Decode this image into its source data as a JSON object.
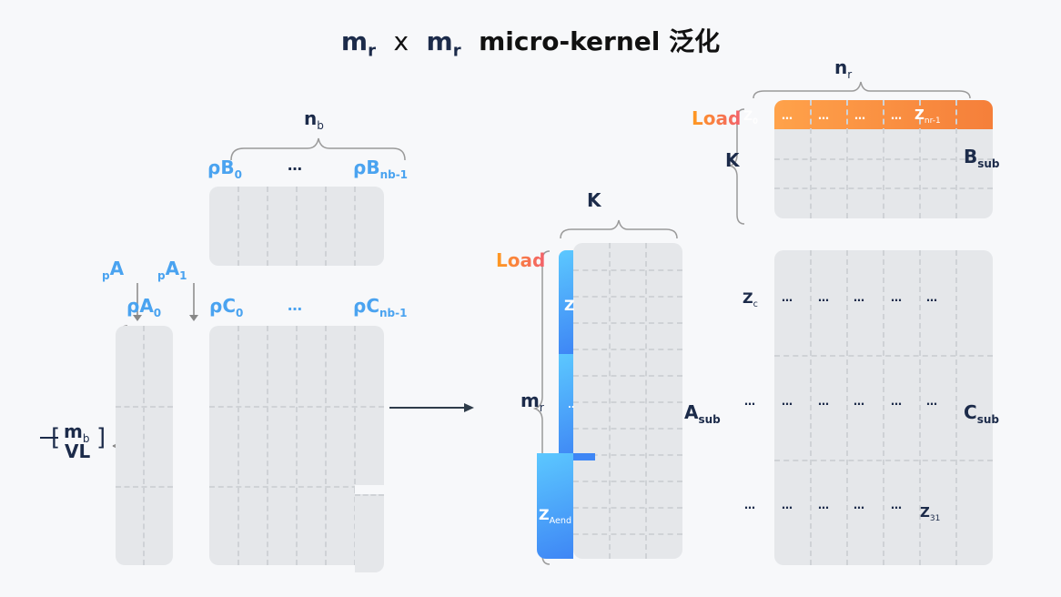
{
  "title": {
    "m": "m",
    "r": "r",
    "x": "x",
    "rest": "micro-kernel 泛化"
  },
  "left": {
    "nb": {
      "main": "n",
      "sub": "b"
    },
    "pb0": {
      "main": "ρB",
      "sub": "0"
    },
    "pb_dots": "…",
    "pbn": {
      "main": "ρB",
      "sub": "nb-1"
    },
    "pa": {
      "pre": "p",
      "main": "A"
    },
    "pa1": {
      "pre": "p",
      "main": "A",
      "sub": "1"
    },
    "pa0": {
      "main": "ρA",
      "sub": "0"
    },
    "pc0": {
      "main": "ρC",
      "sub": "0"
    },
    "pc_dots": "…",
    "pcn": {
      "main": "ρC",
      "sub": "nb-1"
    },
    "mbvl": {
      "num_main": "m",
      "num_sub": "b",
      "den": "VL"
    }
  },
  "middle": {
    "k_label": "K",
    "load": "Load",
    "z_top": "Z",
    "z_mid": "..",
    "z_end": {
      "main": "Z",
      "sub": "Aend"
    },
    "mr": {
      "main": "m",
      "sub": "r"
    },
    "asub": {
      "main": "A",
      "sub": "sub"
    }
  },
  "right": {
    "nr": {
      "main": "n",
      "sub": "r"
    },
    "load": "Load",
    "z0": {
      "main": "Z",
      "sub": "0"
    },
    "b_cells": [
      "…",
      "…",
      "…",
      "…"
    ],
    "znr": {
      "main": "Z",
      "sub": "nr-1"
    },
    "k_label": "K",
    "bsub": {
      "main": "B",
      "sub": "sub"
    },
    "zc": {
      "main": "Z",
      "sub": "c"
    },
    "c_row1": [
      "…",
      "…",
      "…",
      "…",
      "…"
    ],
    "c_row2": [
      "…",
      "…",
      "…",
      "…",
      "…",
      "…"
    ],
    "c_row3": [
      "…",
      "…",
      "…",
      "…",
      "…"
    ],
    "z31": {
      "main": "Z",
      "sub": "31"
    },
    "csub": {
      "main": "C",
      "sub": "sub"
    }
  },
  "colors": {
    "blue": "#4aa3f0",
    "navy": "#1c2b4a",
    "orange": "#ff9a3c",
    "matrix": "#e5e7ea"
  }
}
